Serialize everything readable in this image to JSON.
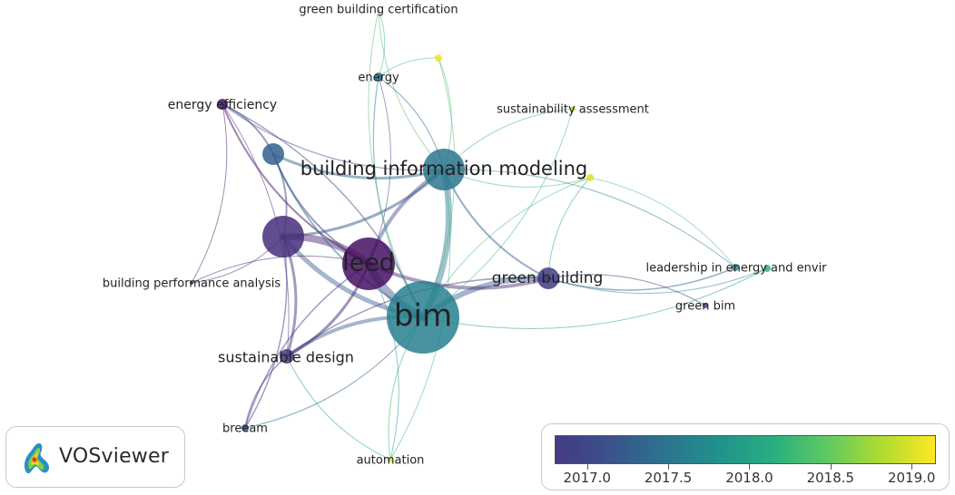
{
  "nodes": [
    {
      "id": "bim",
      "label": "bim",
      "year": 2017.8
    },
    {
      "id": "leed",
      "label": "leed",
      "year": 2016.9
    },
    {
      "id": "bim_modeling",
      "label": "building information modeling",
      "year": 2017.7
    },
    {
      "id": "green_building",
      "label": "green building",
      "year": 2017.2
    },
    {
      "id": "sustainable_design",
      "label": "sustainable design",
      "year": 2017.2
    },
    {
      "id": "unlabeled_big",
      "label": "",
      "year": 2017.1
    },
    {
      "id": "unlabeled_small",
      "label": "",
      "year": 2017.5
    },
    {
      "id": "energy_efficiency",
      "label": "energy efficiency",
      "year": 2016.9
    },
    {
      "id": "energy",
      "label": "energy",
      "year": 2017.6
    },
    {
      "id": "green_cert",
      "label": "green building certification",
      "year": 2019.1
    },
    {
      "id": "unlabeled_yellow",
      "label": "",
      "year": 2019.1
    },
    {
      "id": "sust_assessment",
      "label": "sustainability assessment",
      "year": 2018.9
    },
    {
      "id": "yellow_mid",
      "label": "",
      "year": 2019.0
    },
    {
      "id": "leadership",
      "label": "leadership in energy and envir",
      "year": 2017.9
    },
    {
      "id": "green_dot",
      "label": "",
      "year": 2018.3
    },
    {
      "id": "green_bim",
      "label": "green bim",
      "year": 2017.3
    },
    {
      "id": "bpa",
      "label": "building performance analysis",
      "year": 2017.0
    },
    {
      "id": "breeam",
      "label": "breeam",
      "year": 2017.4
    },
    {
      "id": "automation",
      "label": "automation",
      "year": 2019.0
    }
  ],
  "links": [
    [
      "bim",
      "leed",
      9
    ],
    [
      "bim",
      "bim_modeling",
      7
    ],
    [
      "bim",
      "green_building",
      6
    ],
    [
      "bim",
      "sustainable_design",
      4
    ],
    [
      "bim",
      "unlabeled_big",
      5
    ],
    [
      "leed",
      "unlabeled_big",
      8
    ],
    [
      "leed",
      "bim_modeling",
      4
    ],
    [
      "leed",
      "green_building",
      4
    ],
    [
      "leed",
      "sustainable_design",
      3
    ],
    [
      "unlabeled_big",
      "bim_modeling",
      3
    ],
    [
      "unlabeled_big",
      "sustainable_design",
      3
    ],
    [
      "unlabeled_small",
      "bim_modeling",
      3
    ],
    [
      "unlabeled_small",
      "unlabeled_big",
      2
    ],
    [
      "unlabeled_small",
      "leed",
      2
    ],
    [
      "energy_efficiency",
      "unlabeled_small",
      2
    ],
    [
      "energy_efficiency",
      "leed",
      2
    ],
    [
      "energy_efficiency",
      "bim",
      1.5
    ],
    [
      "energy_efficiency",
      "bim_modeling",
      1.2
    ],
    [
      "energy",
      "bim_modeling",
      1.2
    ],
    [
      "energy",
      "bim",
      1.2
    ],
    [
      "energy",
      "leed",
      1
    ],
    [
      "green_cert",
      "bim",
      1
    ],
    [
      "green_cert",
      "energy",
      1
    ],
    [
      "green_cert",
      "bim_modeling",
      1
    ],
    [
      "unlabeled_yellow",
      "bim_modeling",
      1
    ],
    [
      "unlabeled_yellow",
      "energy",
      1
    ],
    [
      "unlabeled_yellow",
      "bim",
      1
    ],
    [
      "sust_assessment",
      "bim_modeling",
      1
    ],
    [
      "sust_assessment",
      "bim",
      1
    ],
    [
      "yellow_mid",
      "bim",
      1
    ],
    [
      "yellow_mid",
      "bim_modeling",
      1
    ],
    [
      "yellow_mid",
      "green_building",
      1
    ],
    [
      "yellow_mid",
      "leadership",
      1
    ],
    [
      "green_building",
      "leadership",
      1.5
    ],
    [
      "green_building",
      "green_bim",
      1.2
    ],
    [
      "green_building",
      "green_dot",
      1
    ],
    [
      "green_building",
      "bim_modeling",
      2
    ],
    [
      "leadership",
      "bim_modeling",
      1
    ],
    [
      "green_dot",
      "bim",
      1
    ],
    [
      "bpa",
      "unlabeled_big",
      1
    ],
    [
      "bpa",
      "leed",
      1
    ],
    [
      "bpa",
      "energy_efficiency",
      1
    ],
    [
      "breeam",
      "sustainable_design",
      1.5
    ],
    [
      "breeam",
      "unlabeled_big",
      1.5
    ],
    [
      "breeam",
      "leed",
      1.5
    ],
    [
      "breeam",
      "bim",
      1.2
    ],
    [
      "automation",
      "bim",
      1.2
    ],
    [
      "automation",
      "leed",
      1
    ],
    [
      "automation",
      "sustainable_design",
      1
    ],
    [
      "automation",
      "bim_modeling",
      1
    ],
    [
      "sustainable_design",
      "green_building",
      1.5
    ],
    [
      "unlabeled_small",
      "bim",
      2
    ],
    [
      "energy_efficiency",
      "sustainable_design",
      1
    ]
  ],
  "logo": {
    "name": "VOSviewer"
  },
  "legend": {
    "ticks": [
      {
        "label": "2017.0",
        "value": 2017.0
      },
      {
        "label": "2017.5",
        "value": 2017.5
      },
      {
        "label": "2018.0",
        "value": 2018.0
      },
      {
        "label": "2018.5",
        "value": 2018.5
      },
      {
        "label": "2019.0",
        "value": 2019.0
      }
    ],
    "min": 2016.8,
    "max": 2019.15
  }
}
